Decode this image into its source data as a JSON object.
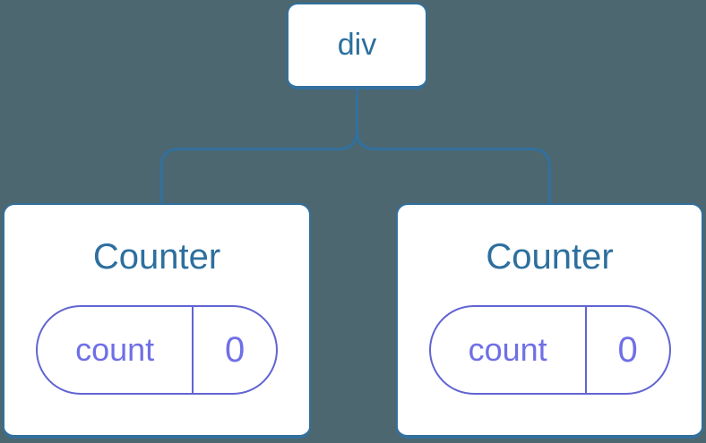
{
  "colors": {
    "background": "#4C6770",
    "node_bg": "#FFFFFF",
    "tree_line": "#32709E",
    "node_border": "#32709E",
    "node_text": "#2D6F9E",
    "state_border": "#6164D2",
    "state_text": "#6F6FE6"
  },
  "diagram": {
    "root": {
      "label": "div"
    },
    "children": [
      {
        "title": "Counter",
        "state": {
          "key": "count",
          "value": "0"
        }
      },
      {
        "title": "Counter",
        "state": {
          "key": "count",
          "value": "0"
        }
      }
    ]
  }
}
